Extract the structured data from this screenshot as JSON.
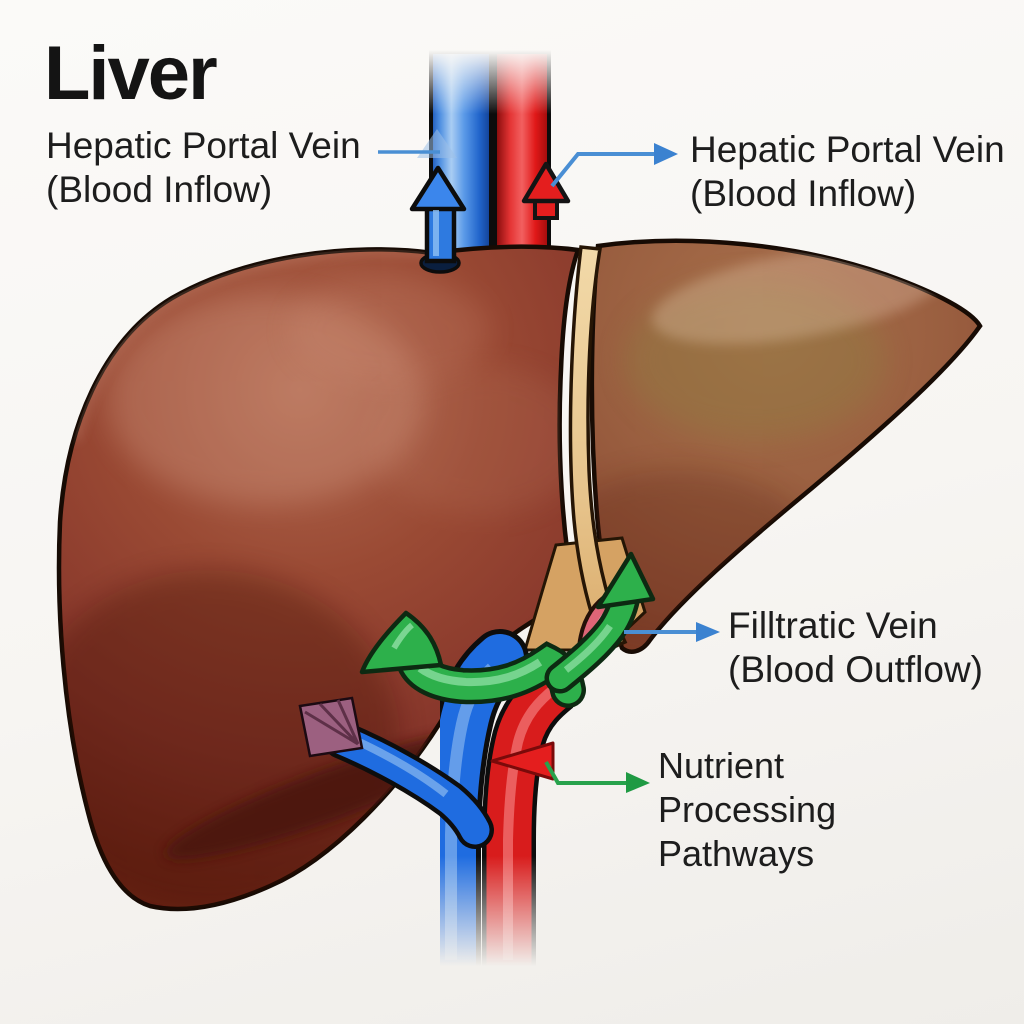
{
  "title": "Liver",
  "labels": {
    "portal_left": {
      "line1": "Hepatic Portal Vein",
      "line2": "(Blood Inflow)"
    },
    "portal_right": {
      "line1": "Hepatic Portal Vein",
      "line2": "(Blood Inflow)"
    },
    "outflow": {
      "line1": "Filltratic Vein",
      "line2": "(Blood Outflow)"
    },
    "nutrient": {
      "line1": "Nutrient",
      "line2": "Processing",
      "line3": "Pathways"
    }
  },
  "icons": {
    "blue_up_arrow": "blood-inflow-arrow",
    "red_up_arrow": "artery-inflow-arrow",
    "green_curved_arrows": "blood-outflow-arrows",
    "leader_arrows": "label-pointer-arrows"
  },
  "colors": {
    "background": "#f7f5f2",
    "text": "#1d1d1d",
    "leader_blue": "#4a8fd4",
    "leader_green": "#28a24c",
    "vein_blue": "#1f6ce0",
    "artery_red": "#e01c1c",
    "outflow_green": "#2db04b",
    "bile_duct_tan": "#e9c78f",
    "duct_pink": "#de6577",
    "liver_dark": "#6b2315",
    "liver_mid": "#96452f",
    "liver_highlight": "#b0684f"
  }
}
